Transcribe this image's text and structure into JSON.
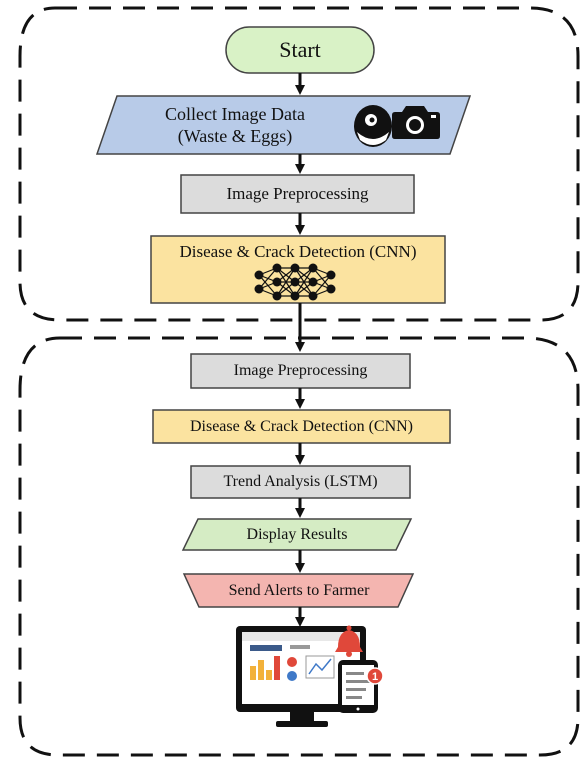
{
  "diagram": {
    "nodes": {
      "start": "Start",
      "collect": "Collect Image Data\n(Waste & Eggs)",
      "preprocess_1": "Image Preprocessing",
      "detect_1": "Disease & Crack Detection (CNN)",
      "preprocess_2": "Image Preprocessing",
      "detect_2": "Disease & Crack Detection (CNN)",
      "trend": "Trend Analysis (LSTM)",
      "display": "Display Results",
      "alerts": "Send Alerts to Farmer"
    },
    "icons": {
      "collect": [
        "egg-icon",
        "camera-icon"
      ],
      "detect": "neural-network-icon",
      "output": "dashboard-monitor-icon",
      "alert": "bell-icon",
      "mobile": "mobile-phone-icon",
      "notification_count": "1"
    },
    "colors": {
      "start": "#d9f2c6",
      "collect": "#b8cbe8",
      "preprocess": "#dcdcdc",
      "detect": "#fbe3a0",
      "display": "#d5ecc4",
      "alerts": "#f4b5b0"
    }
  }
}
